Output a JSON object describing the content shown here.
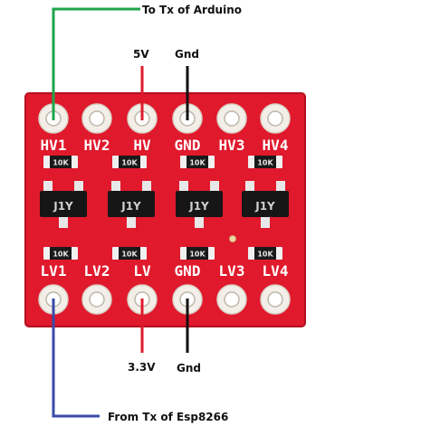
{
  "annotations": {
    "hv1_wire": "To Tx of Arduino",
    "hv_wire": "5V",
    "hv_gnd_wire": "Gnd",
    "lv_wire": "3.3V",
    "lv_gnd_wire": "Gnd",
    "lv1_wire": "From Tx of Esp8266"
  },
  "board": {
    "color": "#e0192d",
    "hv_pins": [
      "HV1",
      "HV2",
      "HV",
      "GND",
      "HV3",
      "HV4"
    ],
    "lv_pins": [
      "LV1",
      "LV2",
      "LV",
      "GND",
      "LV3",
      "LV4"
    ],
    "resistor_code": "10K",
    "mosfet_code": "J1Y"
  },
  "colors": {
    "arduino_tx_wire": "#1ea44a",
    "power_wire": "#e0192d",
    "ground_wire": "#111111",
    "esp_tx_wire": "#3a4aa8"
  }
}
